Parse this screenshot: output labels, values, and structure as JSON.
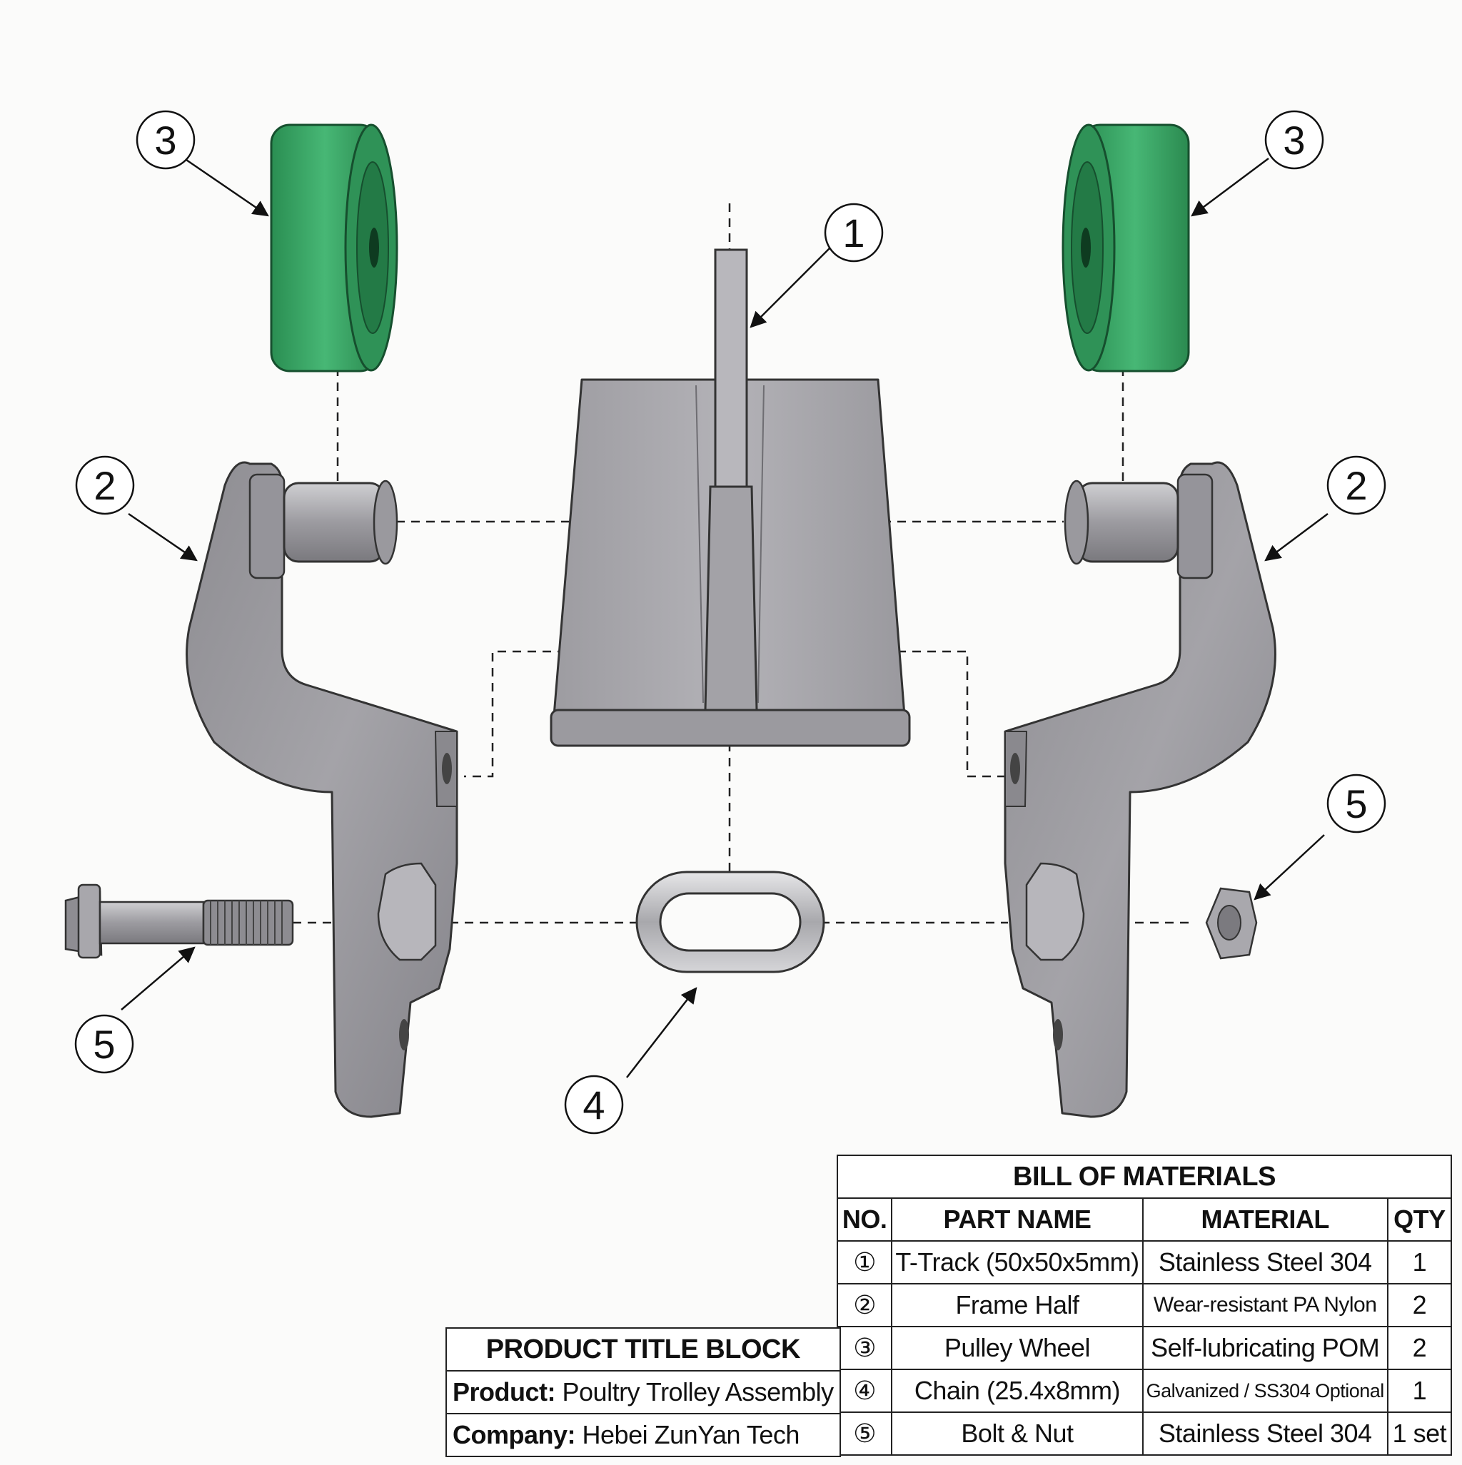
{
  "callouts": {
    "n1": "1",
    "n2": "2",
    "n3": "3",
    "n4": "4",
    "n5": "5"
  },
  "colors": {
    "steel": "#a7a6ab",
    "steel_dark": "#7d7c81",
    "wheel_green": "#36a164",
    "wheel_green_dark": "#1f7a45",
    "line": "#222222"
  },
  "bom": {
    "title": "BILL OF MATERIALS",
    "headers": [
      "NO.",
      "PART NAME",
      "MATERIAL",
      "QTY"
    ],
    "rows": [
      {
        "no": "①",
        "name": "T-Track (50x50x5mm)",
        "material": "Stainless Steel 304",
        "qty": "1"
      },
      {
        "no": "②",
        "name": "Frame Half",
        "material": "Wear-resistant PA Nylon",
        "qty": "2"
      },
      {
        "no": "③",
        "name": "Pulley Wheel",
        "material": "Self-lubricating POM",
        "qty": "2"
      },
      {
        "no": "④",
        "name": "Chain (25.4x8mm)",
        "material": "Galvanized / SS304 Optional",
        "qty": "1"
      },
      {
        "no": "⑤",
        "name": "Bolt & Nut",
        "material": "Stainless Steel 304",
        "qty": "1 set"
      }
    ]
  },
  "title_block": {
    "title": "PRODUCT TITLE BLOCK",
    "product_label": "Product:",
    "product_value": "Poultry Trolley Assembly",
    "company_label": "Company:",
    "company_value": "Hebei ZunYan Tech"
  }
}
